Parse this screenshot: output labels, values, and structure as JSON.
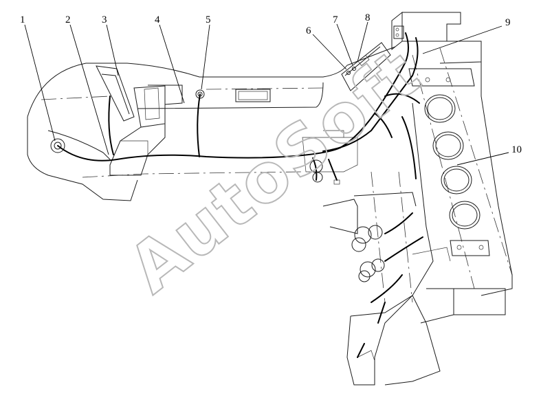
{
  "callouts": [
    {
      "id": "c1",
      "label": "1"
    },
    {
      "id": "c2",
      "label": "2"
    },
    {
      "id": "c3",
      "label": "3"
    },
    {
      "id": "c4",
      "label": "4"
    },
    {
      "id": "c5",
      "label": "5"
    },
    {
      "id": "c6",
      "label": "6"
    },
    {
      "id": "c7",
      "label": "7"
    },
    {
      "id": "c8",
      "label": "8"
    },
    {
      "id": "c9",
      "label": "9"
    },
    {
      "id": "c10",
      "label": "10"
    }
  ],
  "watermark": "AutoSoft"
}
